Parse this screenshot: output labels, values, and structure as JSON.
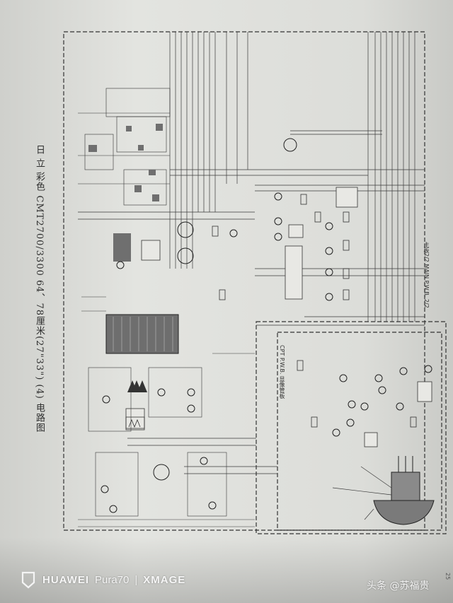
{
  "page": {
    "title": "日 立 彩色 CMT2700/3300 64、78厘米(27\"33\") (4) 电路图",
    "main_board_label": "主板2/2 MAIN P.W.B. 2/2",
    "cpt_board_label": "CPT P.W.B. 显像管板",
    "page_number": "25"
  },
  "watermark": {
    "brand": "HUAWEI",
    "model": "Pura70",
    "separator": "|",
    "xmage": "XMAGE"
  },
  "credit": "头条 @苏福贵",
  "colors": {
    "paper": "#dfe0dc",
    "ink": "#2a2a2a",
    "ic_fill": "#6e6e6e"
  }
}
